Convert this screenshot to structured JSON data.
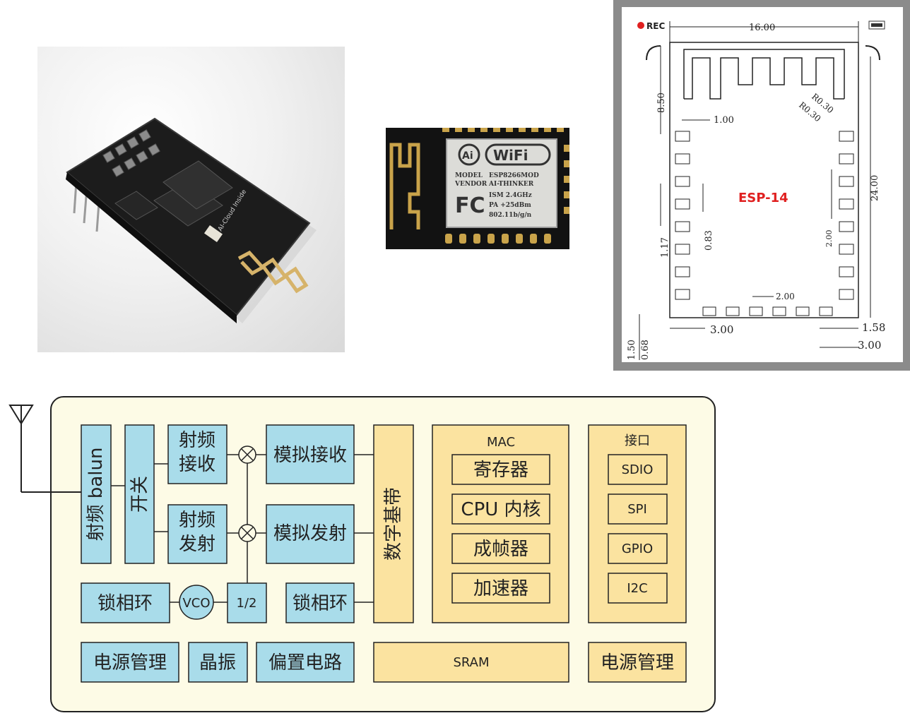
{
  "photo1": {
    "pcb_print": "AI-Cloud Inside"
  },
  "photo2": {
    "logo_ai": "Ai",
    "logo_wifi": "WiFi",
    "label_model": "MODEL",
    "label_vendor": "VENDOR",
    "model": "ESP8266MOD",
    "vendor": "AI-THINKER",
    "ism": "ISM 2.4GHz",
    "pa": "PA +25dBm",
    "protocol": "802.11b/g/n",
    "fcc": "FC"
  },
  "drawing": {
    "rec": "REC",
    "module_name": "ESP-14",
    "dims": {
      "width_top": "16.00",
      "antenna_height": "8.50",
      "pad_width": "1.00",
      "radius_1": "R0.30",
      "radius_2": "R0.30",
      "height_total": "24.00",
      "pitch_left": "1.17",
      "pad_height": "0.83",
      "pitch_right": "2.00",
      "pitch_bottom": "2.00",
      "bottom_offset": "3.00",
      "bottom_right_1": "1.58",
      "bottom_right_2": "3.00",
      "bottom_left_1": "1.50",
      "bottom_left_2": "0.68"
    }
  },
  "block_diagram": {
    "rf_balun": "射频 balun",
    "switch": "开关",
    "rf_receive": "射频\n接收",
    "rf_transmit": "射频\n发射",
    "analog_receive": "模拟接收",
    "analog_transmit": "模拟发射",
    "pll_left": "锁相环",
    "vco": "VCO",
    "divider": "1/2",
    "pll_right": "锁相环",
    "digital_baseband": "数字基带",
    "mac": {
      "title": "MAC",
      "items": [
        "寄存器",
        "CPU 内核",
        "成帧器",
        "加速器"
      ]
    },
    "interface": {
      "title": "接口",
      "items": [
        "SDIO",
        "SPI",
        "GPIO",
        "I2C"
      ]
    },
    "power_mgmt_left": "电源管理",
    "crystal": "晶振",
    "bias_circuit": "偏置电路",
    "sram": "SRAM",
    "power_mgmt_right": "电源管理"
  },
  "colors": {
    "blue_box": "#a9dcea",
    "yellow_box": "#fbe3a0",
    "chip_bg": "#fdfbe6",
    "drawing_red": "#e02020"
  }
}
